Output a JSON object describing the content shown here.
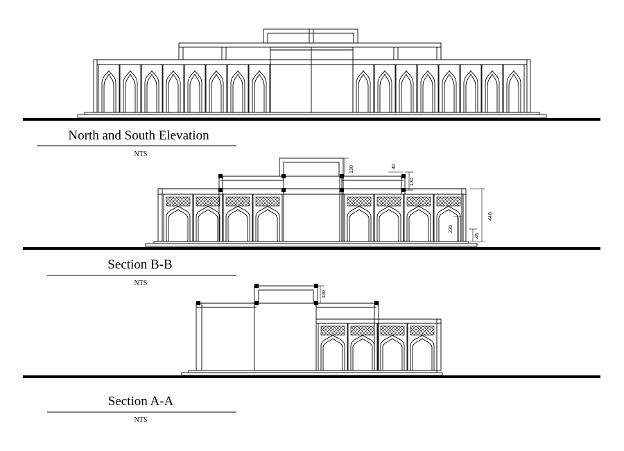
{
  "sheet": {
    "drawings": [
      {
        "id": "elevation",
        "title": "North and South Elevation",
        "scale": "NTS"
      },
      {
        "id": "section_bb",
        "title": "Section B-B",
        "scale": "NTS",
        "dimensions": {
          "top_step": "130",
          "post_cap": "40",
          "beam_depth": "130",
          "total_height": "440",
          "arch_height": "235",
          "plinth": "45"
        }
      },
      {
        "id": "section_aa",
        "title": "Section A-A",
        "scale": "NTS",
        "dimensions": {
          "top_step": "130"
        }
      }
    ]
  }
}
